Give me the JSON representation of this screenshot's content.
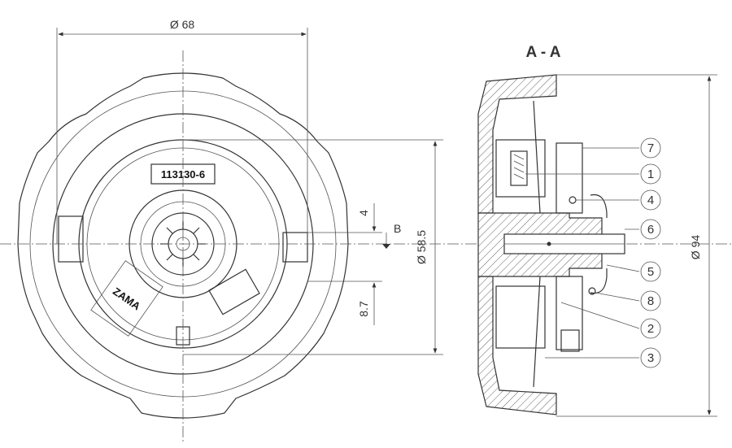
{
  "front_view": {
    "diameter_top": "Ø 68",
    "diameter_inner": "Ø 58.5",
    "offset_small": "4",
    "offset_large": "8.7",
    "datum": "B",
    "part_number": "113130-6",
    "brand": "ZAMA"
  },
  "section_view": {
    "title": "A - A",
    "diameter_outer": "Ø 94",
    "callouts": [
      "7",
      "1",
      "4",
      "6",
      "5",
      "8",
      "2",
      "3"
    ]
  }
}
